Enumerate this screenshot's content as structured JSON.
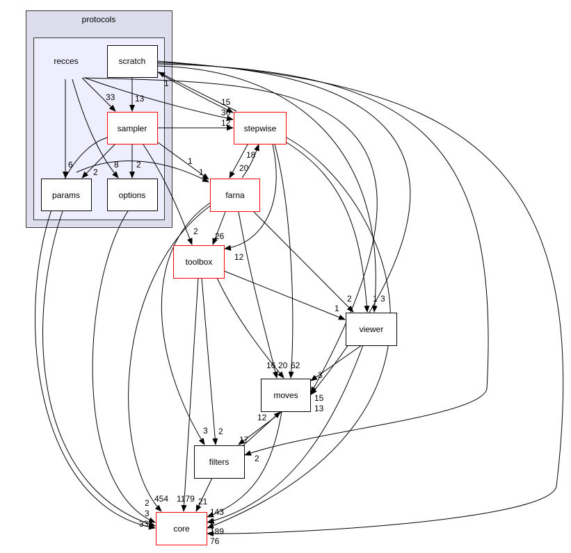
{
  "clusters": {
    "protocols": {
      "label": "protocols",
      "fill": "#ddddee"
    },
    "recces": {
      "label": "recces",
      "fill": "#eeeeff"
    }
  },
  "nodes": {
    "scratch": {
      "label": "scratch",
      "border": "#000000"
    },
    "sampler": {
      "label": "sampler",
      "border": "#ff0000"
    },
    "params": {
      "label": "params",
      "border": "#000000"
    },
    "options": {
      "label": "options",
      "border": "#000000"
    },
    "stepwise": {
      "label": "stepwise",
      "border": "#ff0000"
    },
    "farna": {
      "label": "farna",
      "border": "#ff0000"
    },
    "toolbox": {
      "label": "toolbox",
      "border": "#ff0000"
    },
    "viewer": {
      "label": "viewer",
      "border": "#000000"
    },
    "moves": {
      "label": "moves",
      "border": "#000000"
    },
    "filters": {
      "label": "filters",
      "border": "#000000"
    },
    "core": {
      "label": "core",
      "border": "#ff0000"
    }
  },
  "edges": [
    {
      "from": "recces",
      "to": "sampler",
      "label": "33"
    },
    {
      "from": "scratch",
      "to": "sampler",
      "label": "13"
    },
    {
      "from": "recces",
      "to": "params",
      "label": "6"
    },
    {
      "from": "recces",
      "to": "options",
      "label": "8"
    },
    {
      "from": "sampler",
      "to": "params",
      "label": "2"
    },
    {
      "from": "sampler",
      "to": "options",
      "label": "2"
    },
    {
      "from": "sampler",
      "to": "stepwise",
      "label": "12"
    },
    {
      "from": "recces",
      "to": "stepwise",
      "label": "30"
    },
    {
      "from": "scratch",
      "to": "stepwise",
      "label": "15"
    },
    {
      "from": "stepwise",
      "to": "scratch",
      "label": "1"
    },
    {
      "from": "sampler",
      "to": "farna",
      "label": "1"
    },
    {
      "from": "params",
      "to": "farna",
      "label": "1"
    },
    {
      "from": "stepwise",
      "to": "farna",
      "label": "20"
    },
    {
      "from": "farna",
      "to": "stepwise",
      "label": "18"
    },
    {
      "from": "sampler",
      "to": "toolbox",
      "label": "2"
    },
    {
      "from": "farna",
      "to": "toolbox",
      "label": "26"
    },
    {
      "from": "stepwise",
      "to": "toolbox",
      "label": "12"
    },
    {
      "from": "toolbox",
      "to": "viewer",
      "label": "1"
    },
    {
      "from": "farna",
      "to": "viewer",
      "label": "2"
    },
    {
      "from": "stepwise",
      "to": "viewer",
      "label": "1"
    },
    {
      "from": "scratch",
      "to": "viewer",
      "label": "3"
    },
    {
      "from": "farna",
      "to": "moves",
      "label": "16"
    },
    {
      "from": "toolbox",
      "to": "moves",
      "label": "20"
    },
    {
      "from": "stepwise",
      "to": "moves",
      "label": "62"
    },
    {
      "from": "viewer",
      "to": "moves",
      "label": "3"
    },
    {
      "from": "scratch",
      "to": "moves",
      "label": "15"
    },
    {
      "from": "recces",
      "to": "moves",
      "label": "13"
    },
    {
      "from": "moves",
      "to": "filters",
      "label": "17"
    },
    {
      "from": "filters",
      "to": "moves",
      "label": "12"
    },
    {
      "from": "toolbox",
      "to": "filters",
      "label": "2"
    },
    {
      "from": "farna",
      "to": "filters",
      "label": "3"
    },
    {
      "from": "scratch",
      "to": "filters",
      "label": "2"
    },
    {
      "from": "options",
      "to": "core",
      "label": "2"
    },
    {
      "from": "params",
      "to": "core",
      "label": "3"
    },
    {
      "from": "sampler",
      "to": "core",
      "label": "33"
    },
    {
      "from": "farna",
      "to": "core",
      "label": "454"
    },
    {
      "from": "toolbox",
      "to": "core",
      "label": "1179"
    },
    {
      "from": "filters",
      "to": "core",
      "label": "21"
    },
    {
      "from": "moves",
      "to": "core",
      "label": "143"
    },
    {
      "from": "viewer",
      "to": "core",
      "label": "3"
    },
    {
      "from": "stepwise",
      "to": "core",
      "label": "189"
    },
    {
      "from": "scratch",
      "to": "core",
      "label": "76"
    }
  ]
}
